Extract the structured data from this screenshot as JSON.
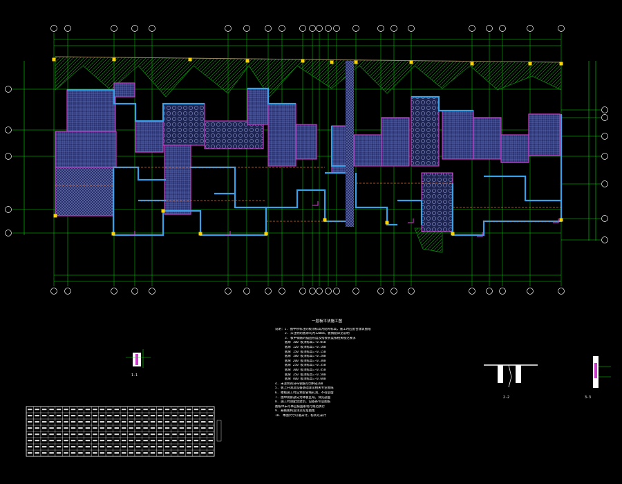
{
  "drawing": {
    "notes_title": "一层板平法施工图",
    "notes_lines": [
      "说明：1. 图中所标注的板顶标高为结构标高，施工时应配合建筑图纸",
      "2. 未注明的板厚均为120mm，板钢筋详见说明",
      "3. 板中钢筋的锚固长度及搭接长度按相关规范要求",
      "板厚  100  板顶标高=-0.050",
      "板厚  120  板顶标高=-0.100",
      "板厚  150  板顶标高=-0.150",
      "板厚  180  板顶标高=-0.200",
      "板厚  200  板顶标高=-0.300",
      "板厚  250  板顶标高=-0.350",
      "板厚  300  板顶标高=-0.450",
      "板厚  350  板顶标高=-0.500",
      "板厚  400  板顶标高=-0.600",
      "4. 未注明的分布钢筋均为Φ6@200",
      "5. 板上开洞及设备基础详见相关专业图纸",
      "6. 楼板施工时应预留管线孔洞，不得后凿",
      "7. 图中阴影部分为降板区域，详见剖面",
      "8. 施工时请配合建筑、设备各专业图纸",
      "   图纸中未尽事宜按国家现行规范执行",
      "9. 悬挑板构造详见标准图集",
      "10. 本图尺寸以毫米计，标高以米计"
    ]
  },
  "colors": {
    "background": "#000000",
    "grid_line": "#00e000",
    "axis_bubble": "#ffffff",
    "wall": "#3aa0e8",
    "slab_outline": "#c83cc8",
    "slab_hatch": "#3d4a8a",
    "dim_line": "#00e000",
    "beam_dash": "#e07030",
    "canopy": "#0b8a0b",
    "column": "#ffd400"
  },
  "icons": [
    "axis-bubble",
    "section-detail",
    "schedule-table"
  ]
}
